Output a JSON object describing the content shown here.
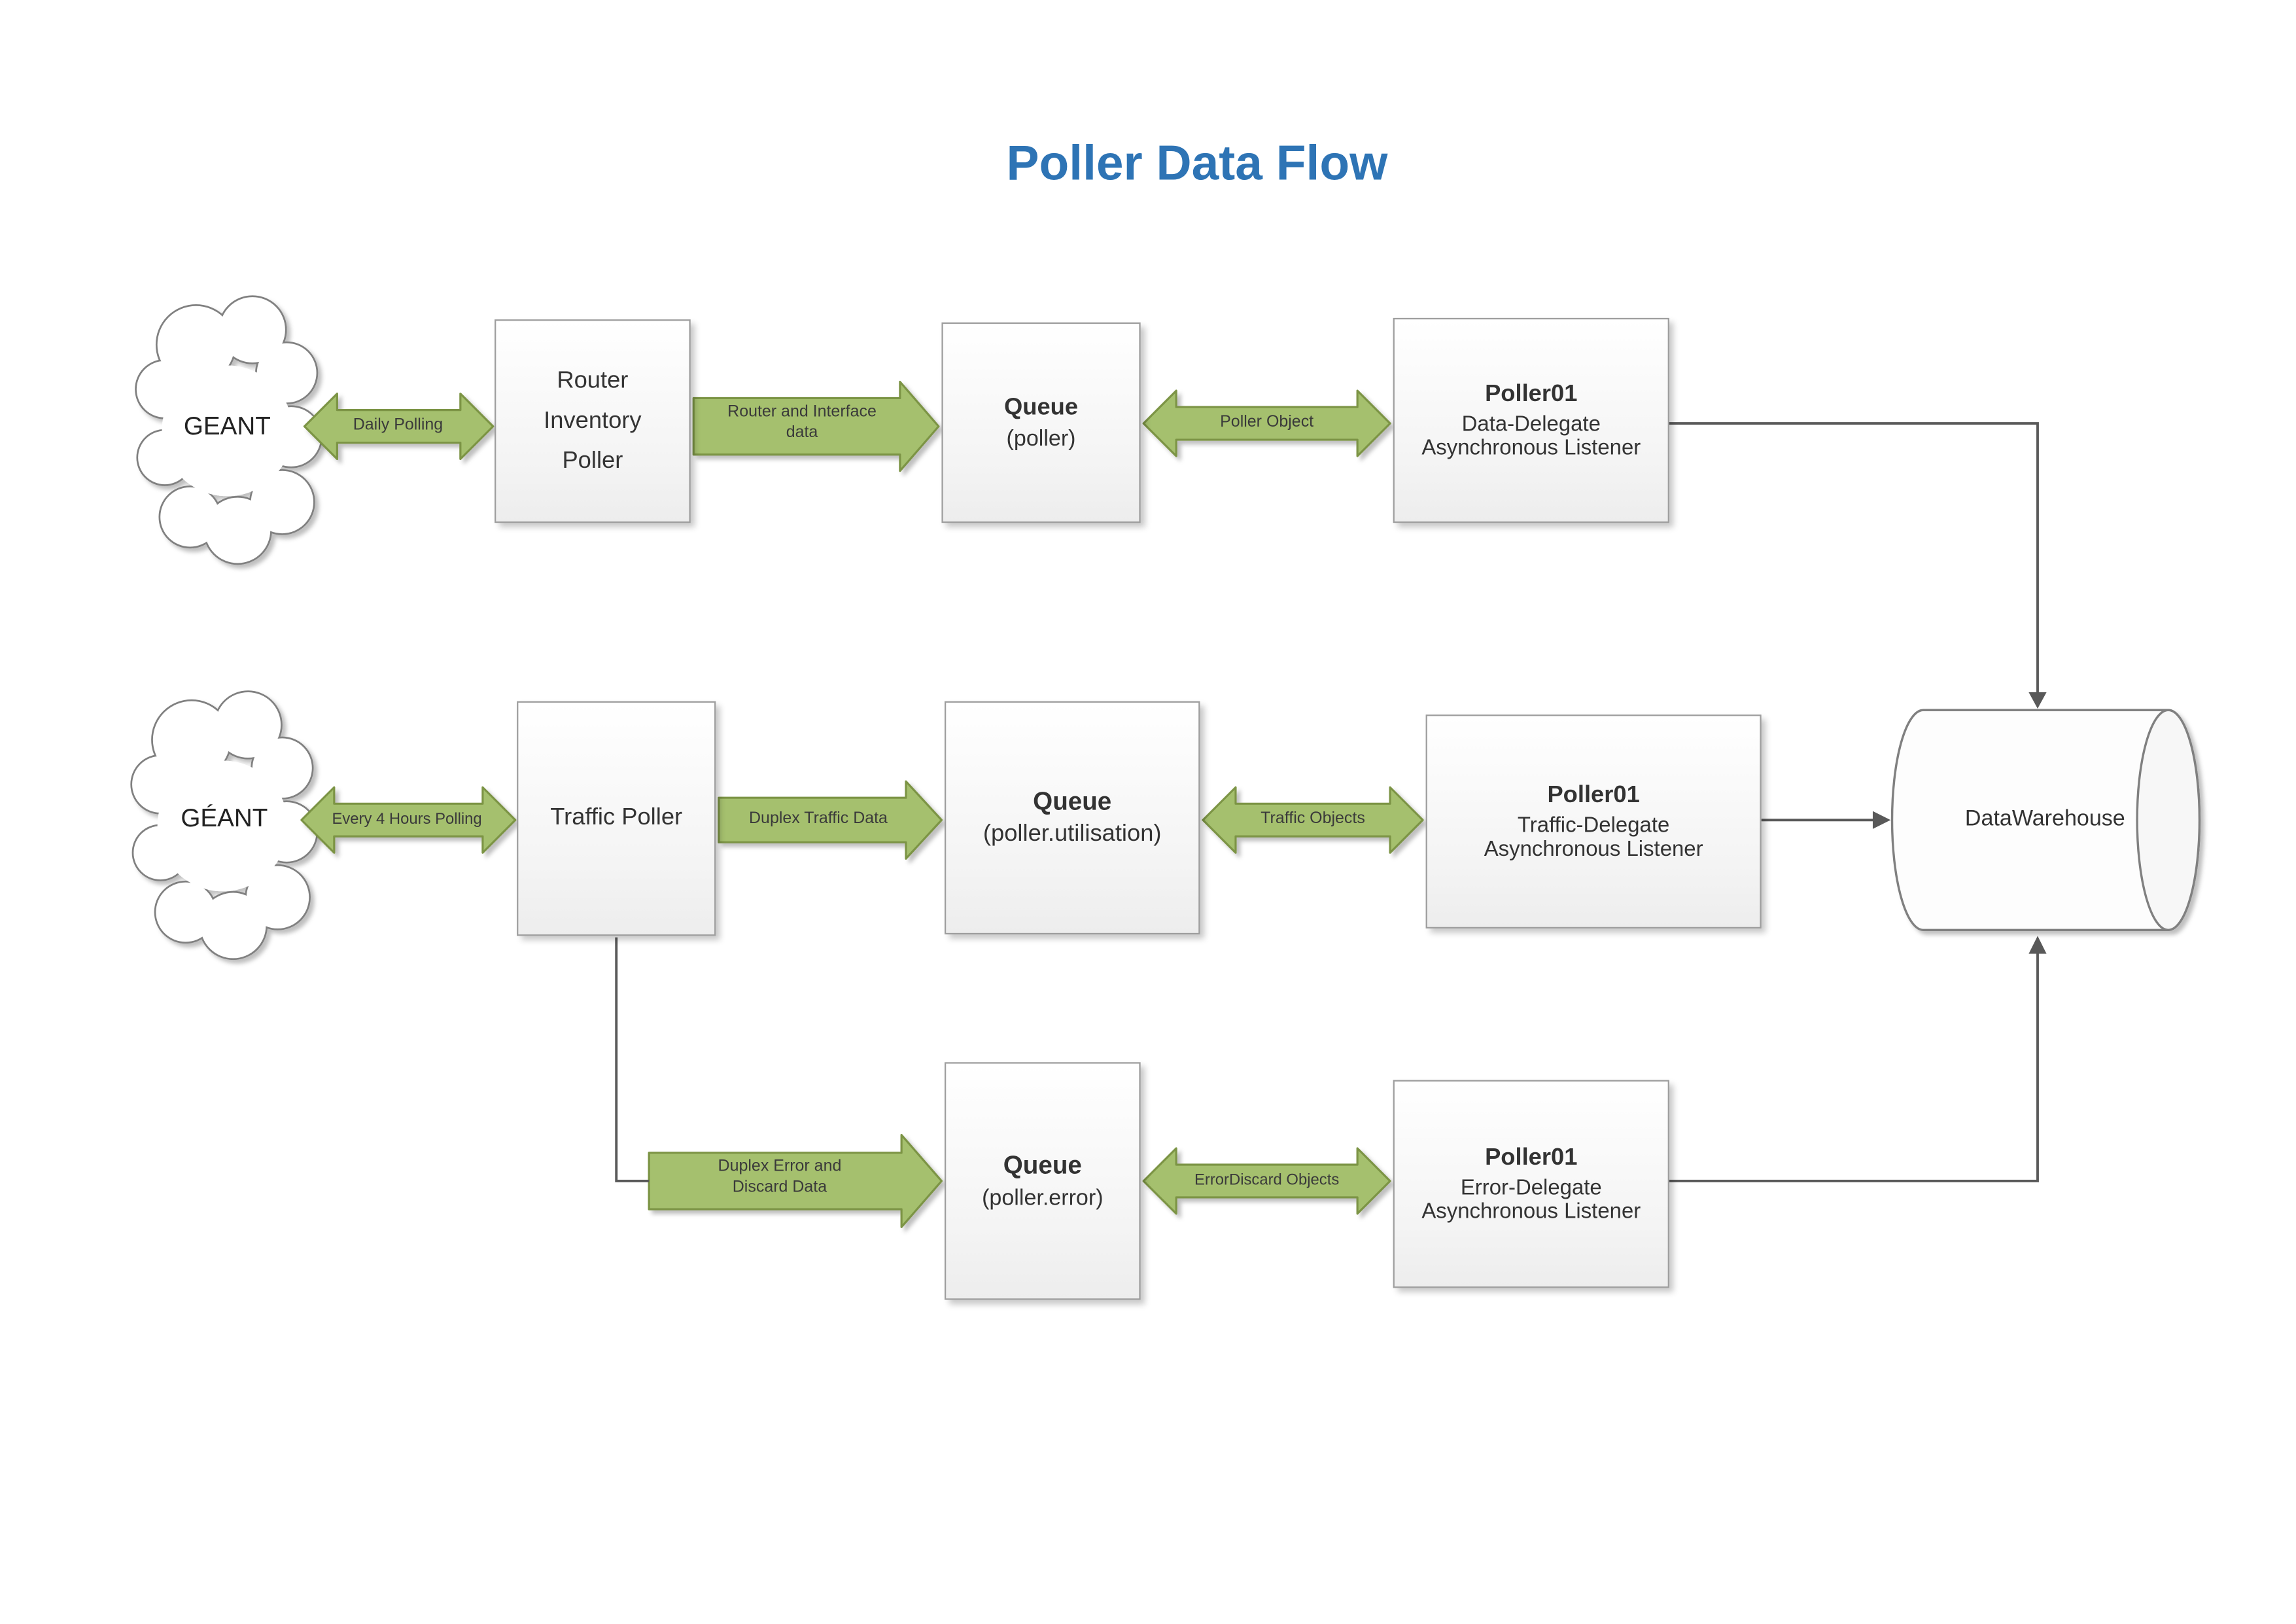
{
  "title": "Poller Data Flow",
  "datawarehouse_label": "DataWarehouse",
  "colors": {
    "title_blue": "#2E74B5",
    "arrow_fill": "#A5C06E",
    "arrow_stroke": "#7C9444",
    "connector_gray": "#595959",
    "shape_border_gray": "#9E9E9E"
  },
  "row1": {
    "cloud_label": "GEANT",
    "polling_arrow_label": "Daily Polling",
    "poller_label": "Router\nInventory\nPoller",
    "data_arrow_label": "Router and  Interface\ndata",
    "queue_title": "Queue",
    "queue_subtitle": "(poller)",
    "object_arrow_label": "Poller Object",
    "listener_title": "Poller01",
    "listener_subtitle": "Data-Delegate\nAsynchronous Listener"
  },
  "row2": {
    "cloud_label": "GÉANT",
    "polling_arrow_label": "Every 4 Hours Polling",
    "poller_label": "Traffic Poller",
    "data_arrow_label": "Duplex Traffic Data",
    "queue_title": "Queue",
    "queue_subtitle": "(poller.utilisation)",
    "object_arrow_label": "Traffic Objects",
    "listener_title": "Poller01",
    "listener_subtitle": "Traffic-Delegate\nAsynchronous Listener"
  },
  "row3": {
    "data_arrow_label": "Duplex Error and\nDiscard Data",
    "queue_title": "Queue",
    "queue_subtitle": "(poller.error)",
    "object_arrow_label": "ErrorDiscard Objects",
    "listener_title": "Poller01",
    "listener_subtitle": "Error-Delegate\nAsynchronous Listener"
  }
}
